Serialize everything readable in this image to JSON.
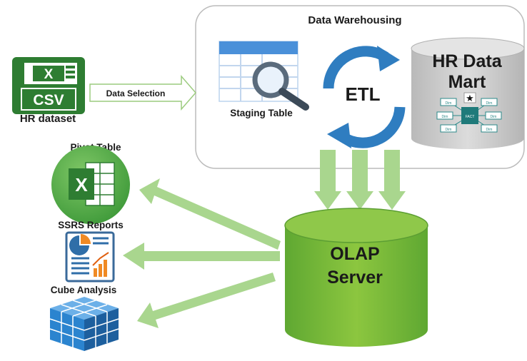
{
  "diagram": {
    "warehouse_title": "Data Warehousing",
    "source": {
      "csv_badge": "CSV",
      "excel_letter": "X",
      "label": "HR dataset"
    },
    "data_selection": "Data Selection",
    "staging_table": "Staging Table",
    "etl": "ETL",
    "data_mart": {
      "line1": "HR Data",
      "line2": "Mart",
      "dim": "Dim",
      "fact": "FACT"
    },
    "olap": {
      "line1": "OLAP",
      "line2": "Server"
    },
    "pivot_table": {
      "label": "Pivot Table",
      "excel_letter": "X"
    },
    "ssrs_reports": "SSRS Reports",
    "cube_analysis": "Cube Analysis"
  },
  "colors": {
    "green_dark": "#2e7d32",
    "green_mid": "#6fb43f",
    "green_light": "#a5d58b",
    "arrow_green": "#a9d68e",
    "etl_blue": "#2f7dc0",
    "mart_gray": "#c8c8c8",
    "cube_blue": "#2b84cf"
  }
}
